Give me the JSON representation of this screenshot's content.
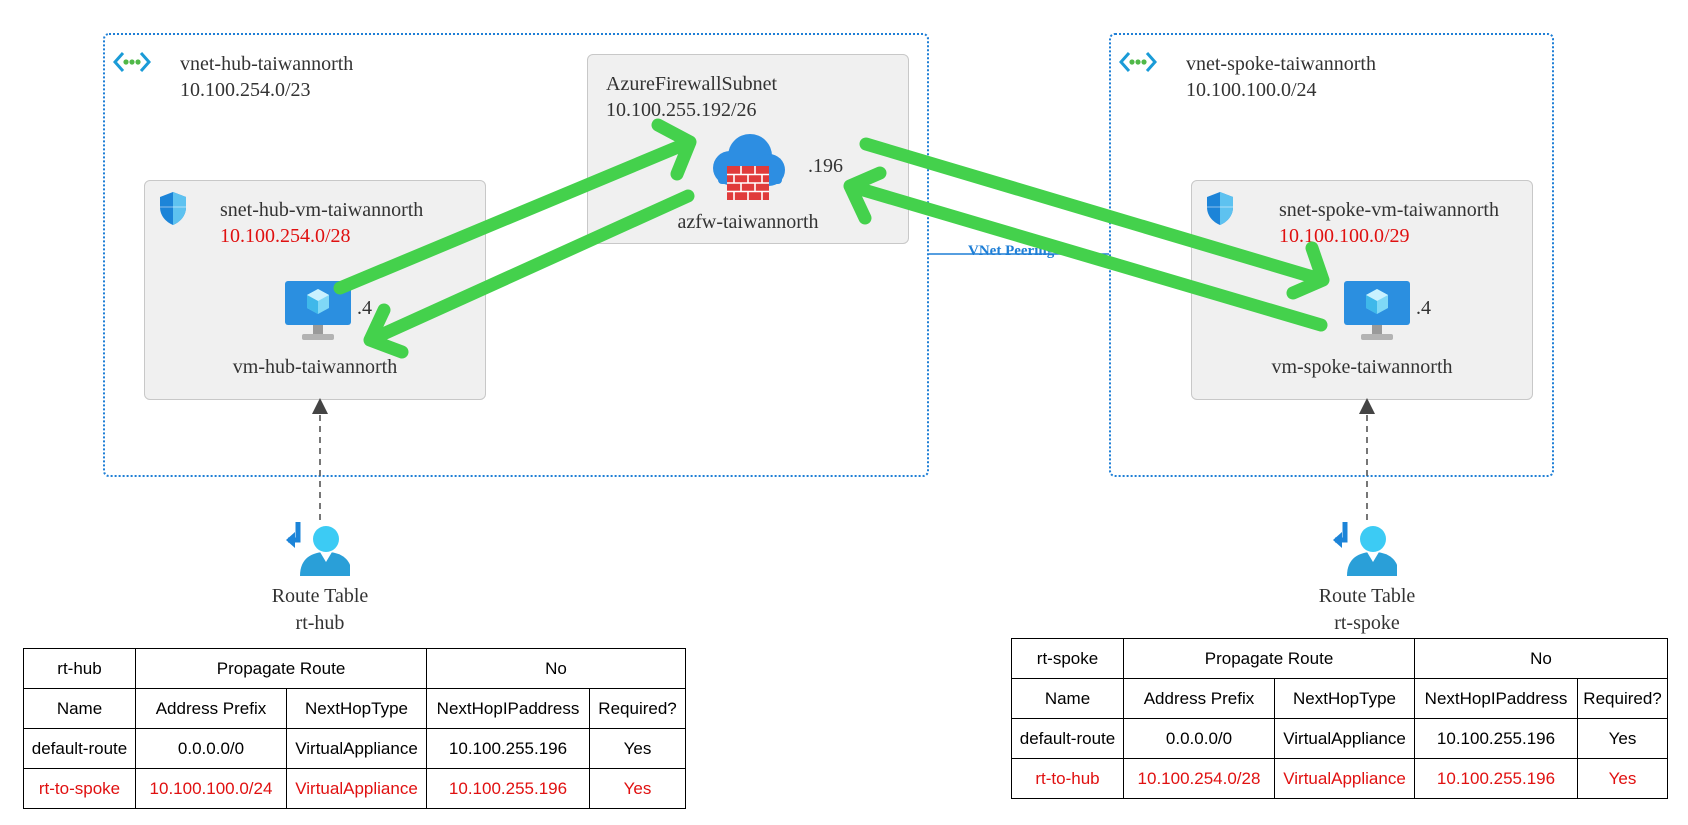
{
  "hub": {
    "vnet_name": "vnet-hub-taiwannorth",
    "vnet_cidr": "10.100.254.0/23",
    "subnet_name": "snet-hub-vm-taiwannorth",
    "subnet_cidr": "10.100.254.0/28",
    "vm_name": "vm-hub-taiwannorth",
    "vm_ip": ".4"
  },
  "firewall": {
    "subnet_name": "AzureFirewallSubnet",
    "subnet_cidr": "10.100.255.192/26",
    "name": "azfw-taiwannorth",
    "ip": ".196"
  },
  "spoke": {
    "vnet_name": "vnet-spoke-taiwannorth",
    "vnet_cidr": "10.100.100.0/24",
    "subnet_name": "snet-spoke-vm-taiwannorth",
    "subnet_cidr": "10.100.100.0/29",
    "vm_name": "vm-spoke-taiwannorth",
    "vm_ip": ".4"
  },
  "peering_label": "VNet Peering",
  "route_tables": {
    "hub": {
      "label": "Route Table",
      "name": "rt-hub",
      "header": [
        "rt-hub",
        "Propagate Route",
        "No"
      ],
      "columns": [
        "Name",
        "Address Prefix",
        "NextHopType",
        "NextHopIPaddress",
        "Required?"
      ],
      "rows": [
        [
          "default-route",
          "0.0.0.0/0",
          "VirtualAppliance",
          "10.100.255.196",
          "Yes"
        ],
        [
          "rt-to-spoke",
          "10.100.100.0/24",
          "VirtualAppliance",
          "10.100.255.196",
          "Yes"
        ]
      ]
    },
    "spoke": {
      "label": "Route Table",
      "name": "rt-spoke",
      "header": [
        "rt-spoke",
        "Propagate Route",
        "No"
      ],
      "columns": [
        "Name",
        "Address Prefix",
        "NextHopType",
        "NextHopIPaddress",
        "Required?"
      ],
      "rows": [
        [
          "default-route",
          "0.0.0.0/0",
          "VirtualAppliance",
          "10.100.255.196",
          "Yes"
        ],
        [
          "rt-to-hub",
          "10.100.254.0/28",
          "VirtualAppliance",
          "10.100.255.196",
          "Yes"
        ]
      ]
    }
  },
  "colors": {
    "vnet_border": "#1f7fd6",
    "highlight_red": "#e01010",
    "traffic_arrow": "#44d14c",
    "subnet_fill": "#f0f0f0"
  },
  "icons": {
    "vnet": "vnet-icon",
    "subnet": "nsg-shield-icon",
    "vm": "virtual-machine-icon",
    "firewall": "firewall-icon",
    "route_table": "route-table-icon"
  }
}
